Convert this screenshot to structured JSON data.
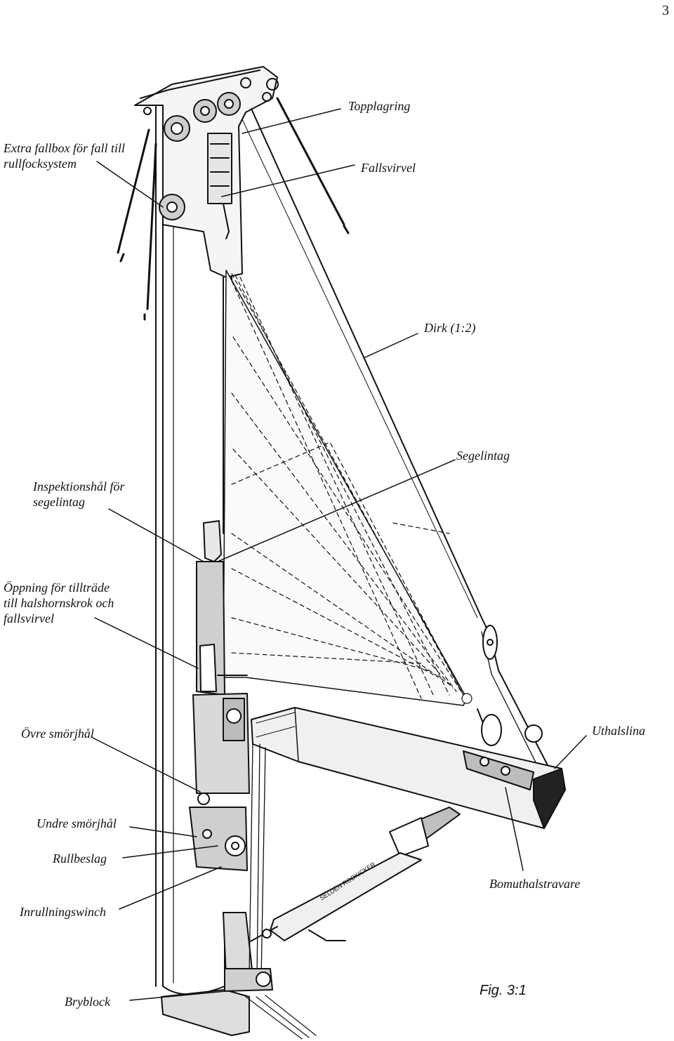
{
  "page_number": "3",
  "figure_label": "Fig. 3:1",
  "labels": {
    "extra_fallbox": "Extra fallbox för fall till\nrullfocksystem",
    "topplagring": "Topplagring",
    "fallsvirvel": "Fallsvirvel",
    "dirk": "Dirk (1:2)",
    "segelintag": "Segelintag",
    "inspektionshal": "Inspektionshål för\nsegelintag",
    "oppning": "Öppning för tillträde\ntill halshornskrok och\nfallsvirvel",
    "ovre_smorjhal": "Övre smörjhål",
    "uthalslina": "Uthalslina",
    "undre_smorjhal": "Undre smörjhål",
    "rullbeslag": "Rullbeslag",
    "bomuthalstravare": "Bomuthalstravare",
    "inrullningswinch": "Inrullningswinch",
    "bryblock": "Bryblock"
  },
  "brand_text": "SELDÉN RODKICKER"
}
